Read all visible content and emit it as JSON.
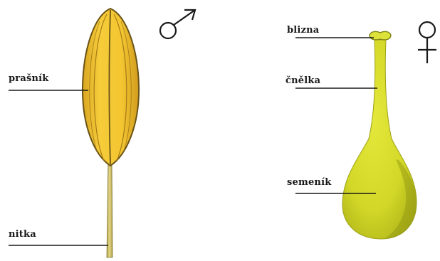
{
  "labels": {
    "anther": "prašník",
    "filament": "nitka",
    "stigma": "blizna",
    "style": "čnělka",
    "ovary": "semeník"
  },
  "symbols": {
    "male": "male-symbol-icon",
    "female": "female-symbol-icon"
  },
  "colors": {
    "anther_fill": "#f2c12e",
    "anther_outline": "#6a5418",
    "pistil_fill": "#d7dc2a",
    "pistil_shadow": "#8e9412",
    "filament_fill": "#d7c766",
    "line": "#1a1a1a"
  }
}
